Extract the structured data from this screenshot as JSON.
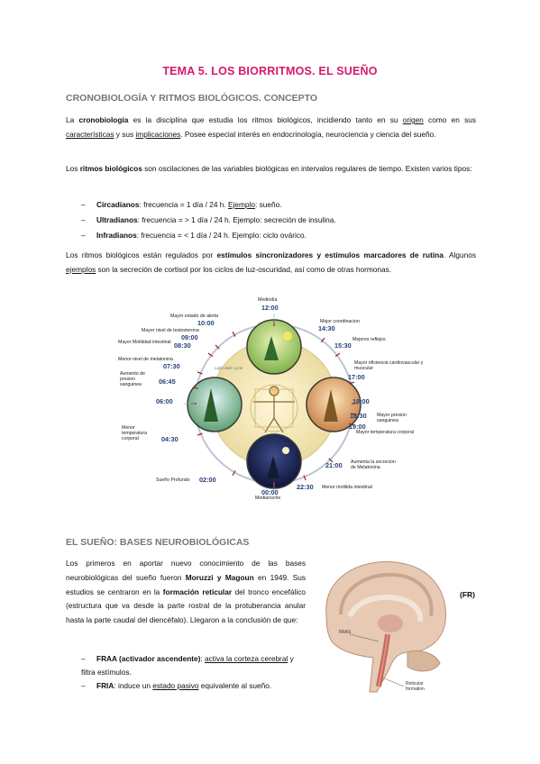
{
  "title": "TEMA 5. LOS BIORRITMOS. EL SUEÑO",
  "section1": {
    "heading": "CRONOBIOLOGÍA Y RITMOS BIOLÓGICOS. CONCEPTO",
    "p1": {
      "a": "La ",
      "b": "cronobiología",
      "c": " es la disciplina que estudia los ritmos biológicos, incidiendo tanto en su ",
      "d": "origen",
      "e": " como en sus ",
      "f": "características",
      "g": " y sus ",
      "h": "implicaciones",
      "i": ". Posee especial interés en endocrinología, neurociencia y ciencia del sueño."
    },
    "p2": {
      "a": "Los ",
      "b": "ritmos biológicos",
      "c": " son oscilaciones de las variables biológicas en intervalos regulares de tiempo. Existen varios tipos:"
    },
    "list": [
      {
        "bold": "Circadianos",
        "text": ": frecuencia = 1 día / 24 h. ",
        "u": "Ejemplo",
        "rest": ": sueño."
      },
      {
        "bold": "Ultradianos",
        "text": ": frecuencia = > 1 día / 24 h. Ejemplo: secreción de insulina.",
        "u": "",
        "rest": ""
      },
      {
        "bold": "Infradianos",
        "text": ": frecuencia = < 1 día / 24 h. Ejemplo: ciclo ovárico.",
        "u": "",
        "rest": ""
      }
    ],
    "p3": {
      "a": "Los ritmos biológicos están regulados por ",
      "b": "estímulos sincronizadores y estímulos marcadores de rutina",
      "c": ". Algunos ",
      "d": "ejemplos",
      "e": " son la secreción de cortisol por los ciclos de luz-oscuridad, así como de otras hormonas."
    }
  },
  "diagram": {
    "top_time": "12:00",
    "top_label": "Mediodía",
    "bottom_time": "00:00",
    "bottom_label": "Medianoche",
    "center_label": "Light dark cycle",
    "left": [
      {
        "time": "10:00",
        "label": "Mayor estado de alerta"
      },
      {
        "time": "09:00",
        "label": "Mayor nivel de testosterona"
      },
      {
        "time": "08:30",
        "label": "Mayor Motilidad intestinal"
      },
      {
        "time": "07:30",
        "label": "Menor nivel de melatonina"
      },
      {
        "time": "06:45",
        "label": "Aumento de presion sanguinea"
      },
      {
        "time": "06:00",
        "label": ""
      },
      {
        "time": "04:30",
        "label": "Menor temperatura corporal"
      },
      {
        "time": "02:00",
        "label": "Sueño Profundo"
      }
    ],
    "right": [
      {
        "time": "14:30",
        "label": "Mejor coordinacion"
      },
      {
        "time": "15:30",
        "label": "Mejores reflejos"
      },
      {
        "time": "17:00",
        "label": "Mayor eficiencia cardiovascular y muscular"
      },
      {
        "time": "18:00",
        "label": ""
      },
      {
        "time": "18:30",
        "label": "Mayor presion sanguinea"
      },
      {
        "time": "19:00",
        "label": "Mayor temperatura corporal"
      },
      {
        "time": "21:00",
        "label": "Aumenta la secrecion de Melatonina"
      },
      {
        "time": "22:30",
        "label": "Menor motilida intestinal"
      }
    ]
  },
  "section2": {
    "heading": "EL SUEÑO: BASES NEUROBIOLÓGICAS",
    "p1": {
      "a": "Los primeros en aportar nuevo conocimiento de las bases neurobiológicas del sueño fueron ",
      "b": "Moruzzi y Magoun",
      "c": " en 1949. Sus estudios se centraron en la ",
      "d": "formación reticular",
      "e": " del tronco encefálico (estructura que va desde la parte rostral de la protuberancia anular hasta la parte caudal del diencéfalo). Llegaron a la conclusión de que:"
    },
    "list": [
      {
        "bold": "FRAA (activador ascendente)",
        "sep": ": ",
        "u": "activa la corteza cerebral",
        "rest": " y filtra estímulos."
      },
      {
        "bold": "FRIA",
        "sep": ": induce un ",
        "u": "estado pasivo",
        "rest": " equivalente al sueño."
      }
    ],
    "fr_label": "(FR)",
    "brain_labels": [
      "FRAS",
      "Reticular formation"
    ]
  }
}
